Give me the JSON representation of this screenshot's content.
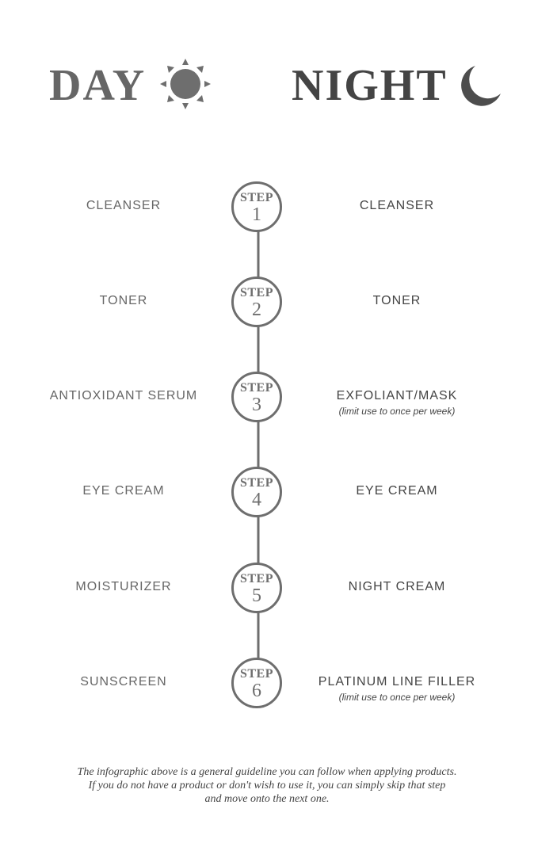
{
  "header": {
    "day_title": "DAY",
    "night_title": "NIGHT",
    "day_icon": "sun-icon",
    "night_icon": "moon-icon"
  },
  "colors": {
    "line": "#6e6e6e",
    "text_day": "#666666",
    "text_night": "#444444",
    "background": "#ffffff"
  },
  "steps": [
    {
      "step_word": "STEP",
      "number": "1",
      "day": "CLEANSER",
      "night": "CLEANSER",
      "night_note": ""
    },
    {
      "step_word": "STEP",
      "number": "2",
      "day": "TONER",
      "night": "TONER",
      "night_note": ""
    },
    {
      "step_word": "STEP",
      "number": "3",
      "day": "ANTIOXIDANT SERUM",
      "night": "EXFOLIANT/MASK",
      "night_note": "(limit use to once per week)"
    },
    {
      "step_word": "STEP",
      "number": "4",
      "day": "EYE CREAM",
      "night": "EYE CREAM",
      "night_note": ""
    },
    {
      "step_word": "STEP",
      "number": "5",
      "day": "MOISTURIZER",
      "night": "NIGHT CREAM",
      "night_note": ""
    },
    {
      "step_word": "STEP",
      "number": "6",
      "day": "SUNSCREEN",
      "night": "PLATINUM LINE FILLER",
      "night_note": "(limit use to once per week)"
    }
  ],
  "footer": {
    "line1": "The infographic above is a general guideline you can follow when applying products.",
    "line2": "If you do not have a product or don't wish to use it, you can simply skip that step",
    "line3": "and move onto the next one."
  }
}
